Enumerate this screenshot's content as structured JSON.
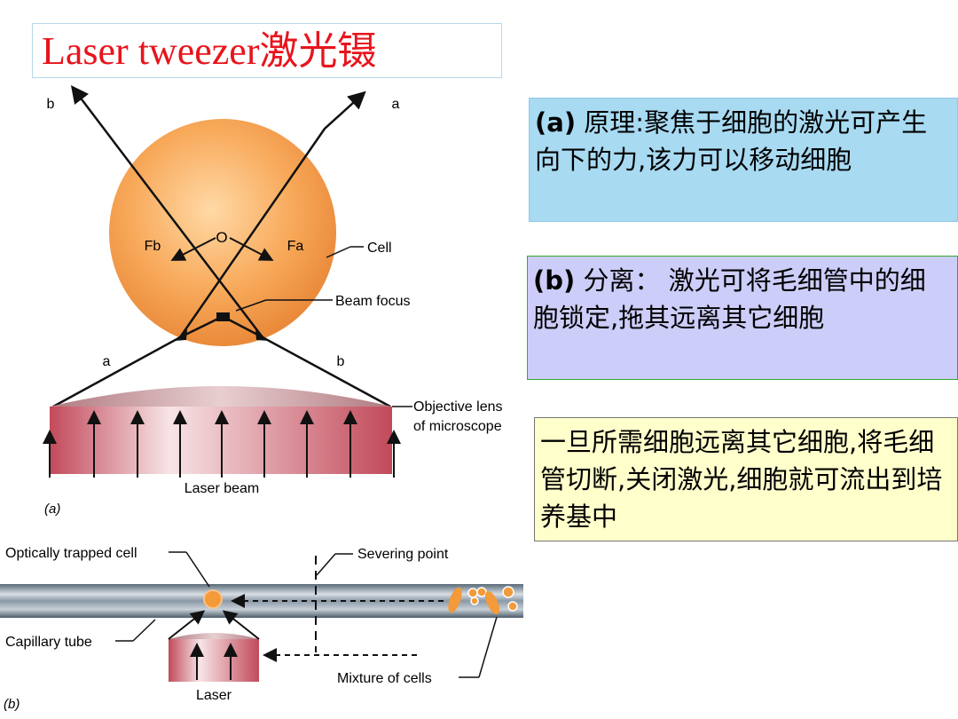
{
  "title": "Laser tweezer激光镊",
  "panels": {
    "a": {
      "label": "(a)",
      "text": "原理:聚焦于细胞的激光可产生向下的力,该力可以移动细胞"
    },
    "b": {
      "label": "(b)",
      "text": "分离： 激光可将毛细管中的细胞锁定,拖其远离其它细胞"
    },
    "c": {
      "text": "一旦所需细胞远离其它细胞,将毛细管切断,关闭激光,细胞就可流出到培养基中"
    }
  },
  "diagram_a": {
    "ray_b_top": "b",
    "ray_a_top": "a",
    "ray_a_bottom": "a",
    "ray_b_bottom": "b",
    "origin": "O",
    "force_b": "Fb",
    "force_a": "Fa",
    "cell": "Cell",
    "beam_focus": "Beam focus",
    "objective_1": "Objective lens",
    "objective_2": "of microscope",
    "laser_beam": "Laser beam",
    "panel_label": "(a)"
  },
  "diagram_b": {
    "trapped_cell": "Optically trapped cell",
    "severing_point": "Severing point",
    "capillary_tube": "Capillary tube",
    "mixture": "Mixture of cells",
    "laser": "Laser",
    "panel_label": "(b)"
  },
  "colors": {
    "title": "#e8141c",
    "panel_a_bg": "#a8daf2",
    "panel_b_bg": "#cccdf8",
    "panel_c_bg": "#ffffcc",
    "cell_orange": "#f5a04a",
    "lens_red": "#c9505f"
  }
}
